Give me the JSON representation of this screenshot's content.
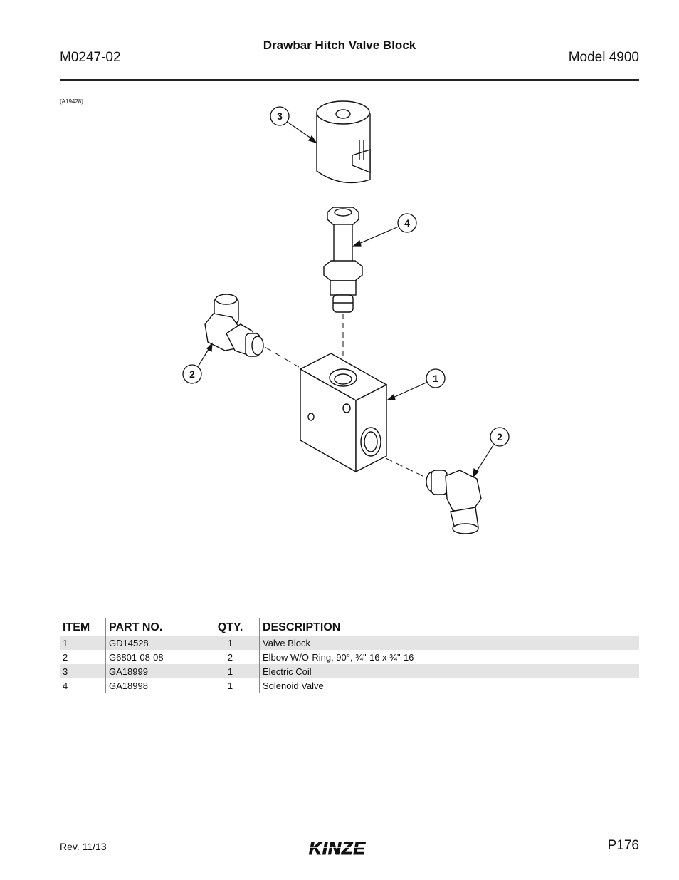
{
  "header": {
    "doc_number": "M0247-02",
    "title": "Drawbar Hitch Valve Block",
    "model": "Model 4900"
  },
  "figure": {
    "ref": "(A19428)",
    "callouts": [
      "3",
      "4",
      "2",
      "1",
      "2"
    ]
  },
  "table": {
    "headers": [
      "ITEM",
      "PART NO.",
      "QTY.",
      "DESCRIPTION"
    ],
    "rows": [
      {
        "item": "1",
        "part": "GD14528",
        "qty": "1",
        "desc": "Valve Block"
      },
      {
        "item": "2",
        "part": "G6801-08-08",
        "qty": "2",
        "desc": "Elbow W/O-Ring, 90°, ¾\"-16 x ¾\"-16"
      },
      {
        "item": "3",
        "part": "GA18999",
        "qty": "1",
        "desc": "Electric Coil"
      },
      {
        "item": "4",
        "part": "GA18998",
        "qty": "1",
        "desc": "Solenoid Valve"
      }
    ]
  },
  "footer": {
    "revision": "Rev. 11/13",
    "logo_text": "KINZE",
    "page": "P176"
  }
}
